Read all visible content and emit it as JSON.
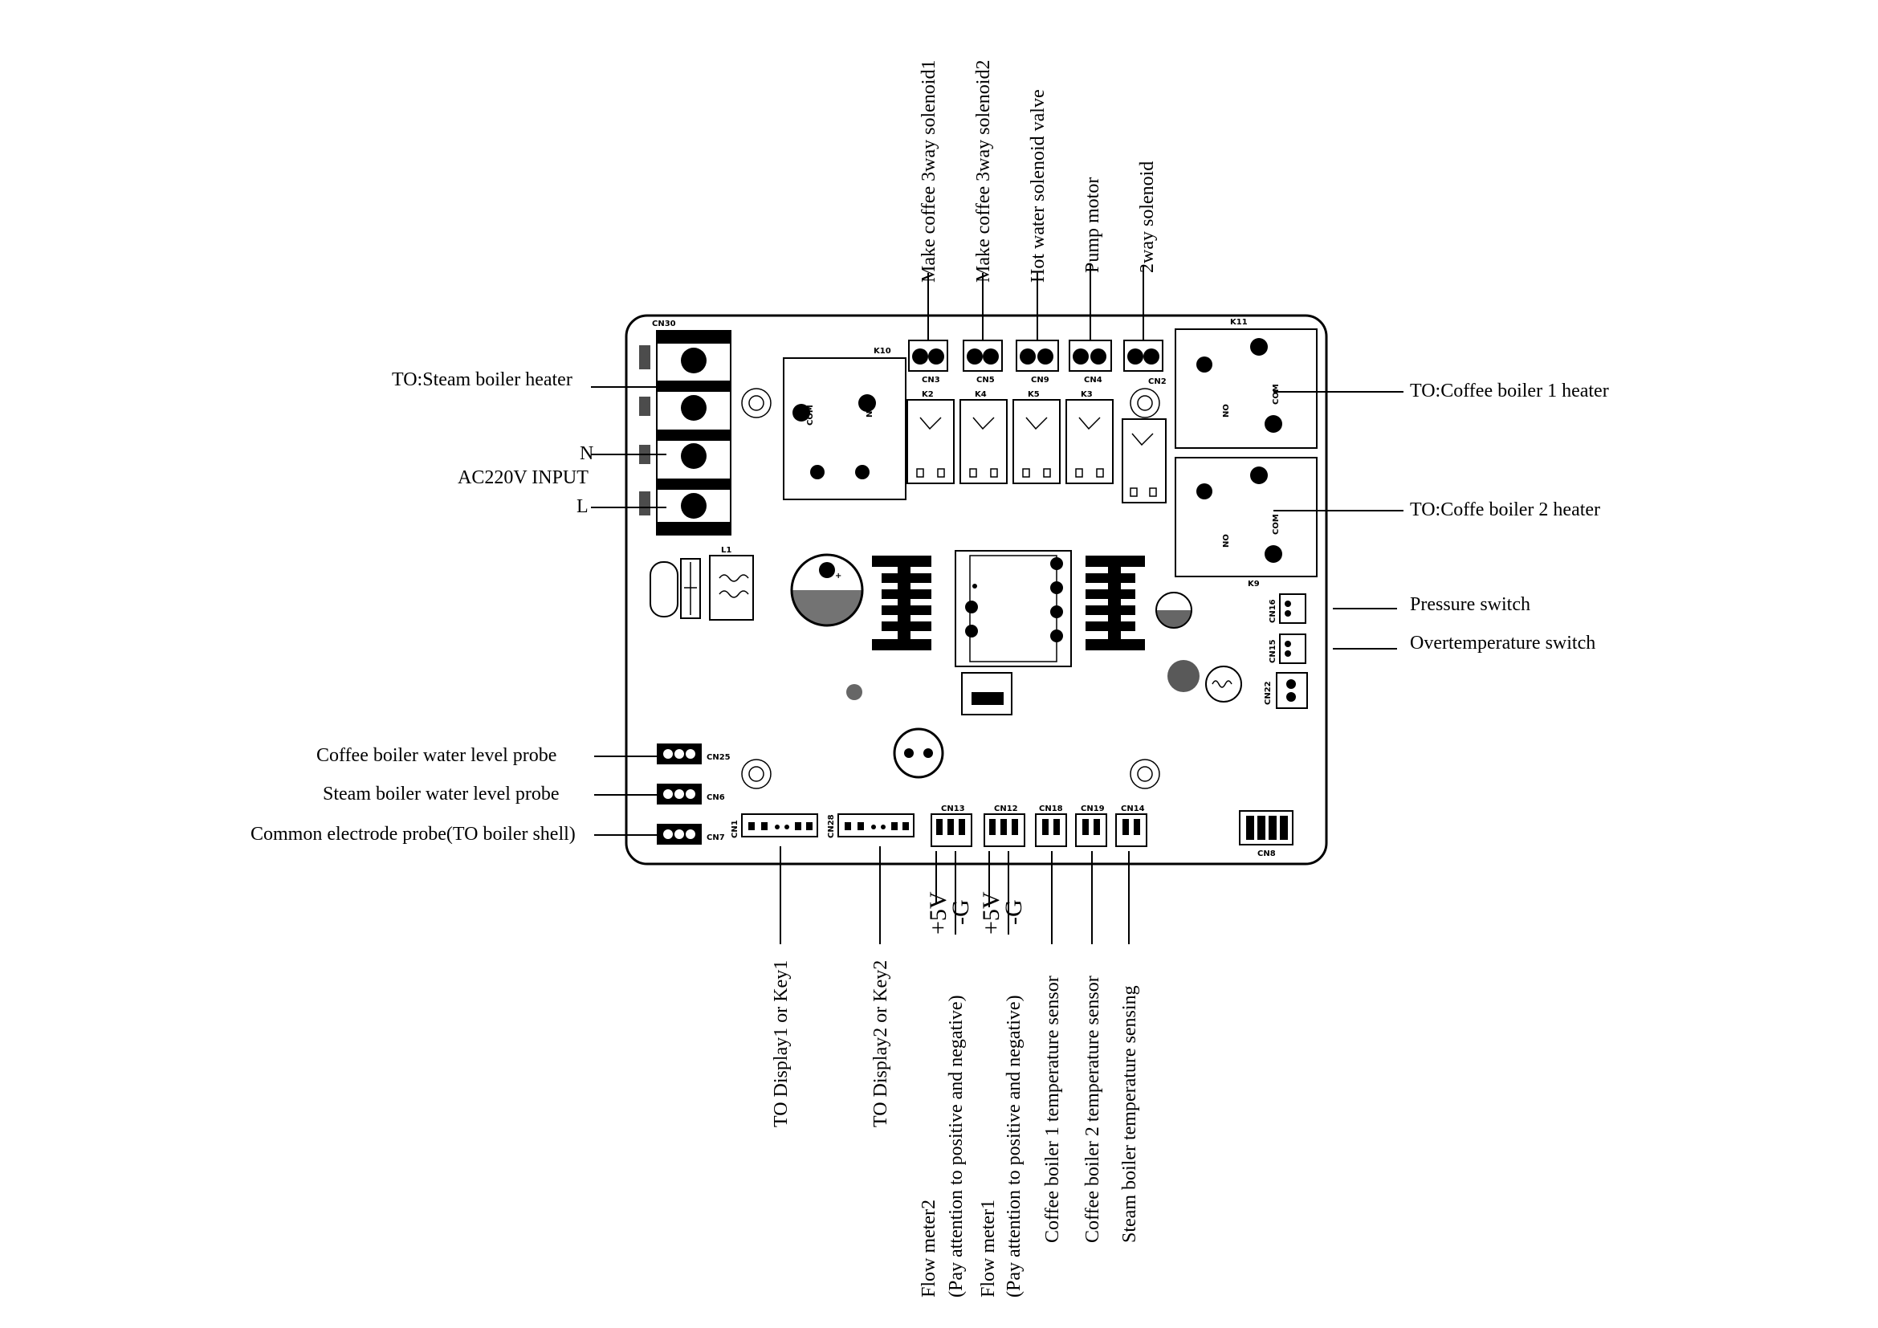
{
  "labels": {
    "steam_heater": "TO:Steam boiler heater",
    "n": "N",
    "ac_input": "AC220V INPUT",
    "l": "L",
    "coffee1_heater": "TO:Coffee boiler 1 heater",
    "coffee2_heater": "TO:Coffe boiler 2 heater",
    "pressure": "Pressure switch",
    "overtemp": "Overtemperature switch",
    "cb_level": "Coffee boiler water level probe",
    "sb_level": "Steam boiler water level probe",
    "common_probe": "Common electrode probe(TO boiler shell)"
  },
  "top_labels": [
    "Make coffee 3way solenoid1",
    "Make coffee 3way solenoid2",
    "Hot water solenoid valve",
    "Pump motor",
    "2way solenoid"
  ],
  "bottom_labels": {
    "disp1": "TO Display1 or Key1",
    "disp2": "TO  Display2 or Key2",
    "fm2_a": "Flow meter2",
    "fm2_b": "(Pay attention to positive and negative)",
    "fm1_a": "Flow meter1",
    "fm1_b": "(Pay attention to positive and negative)",
    "cb1_temp": "Coffee boiler 1 temperature sensor",
    "cb2_temp": "Coffee boiler 2 temperature sensor",
    "sb_temp": "Steam boiler temperature sensing"
  },
  "polarity": {
    "p5v_1": "+5V",
    "g_1": "-G",
    "p5v_2": "+5V",
    "g_2": "-G"
  },
  "silkscreen": {
    "cn30": "CN30",
    "k10": "K10",
    "k11": "K11",
    "k9": "K9",
    "cn3": "CN3",
    "cn5": "CN5",
    "cn9": "CN9",
    "cn4": "CN4",
    "cn2": "CN2",
    "k2": "K2",
    "k4": "K4",
    "k5": "K5",
    "k3": "K3",
    "l1": "L1",
    "cn25": "CN25",
    "cn6": "CN6",
    "cn7": "CN7",
    "cn1": "CN1",
    "cn28": "CN28",
    "cn13": "CN13",
    "cn12": "CN12",
    "cn18": "CN18",
    "cn19": "CN19",
    "cn14": "CN14",
    "cn8": "CN8",
    "cn16": "CN16",
    "cn15": "CN15",
    "cn22": "CN22",
    "com": "COM",
    "no": "NO",
    "nc": "NC"
  }
}
